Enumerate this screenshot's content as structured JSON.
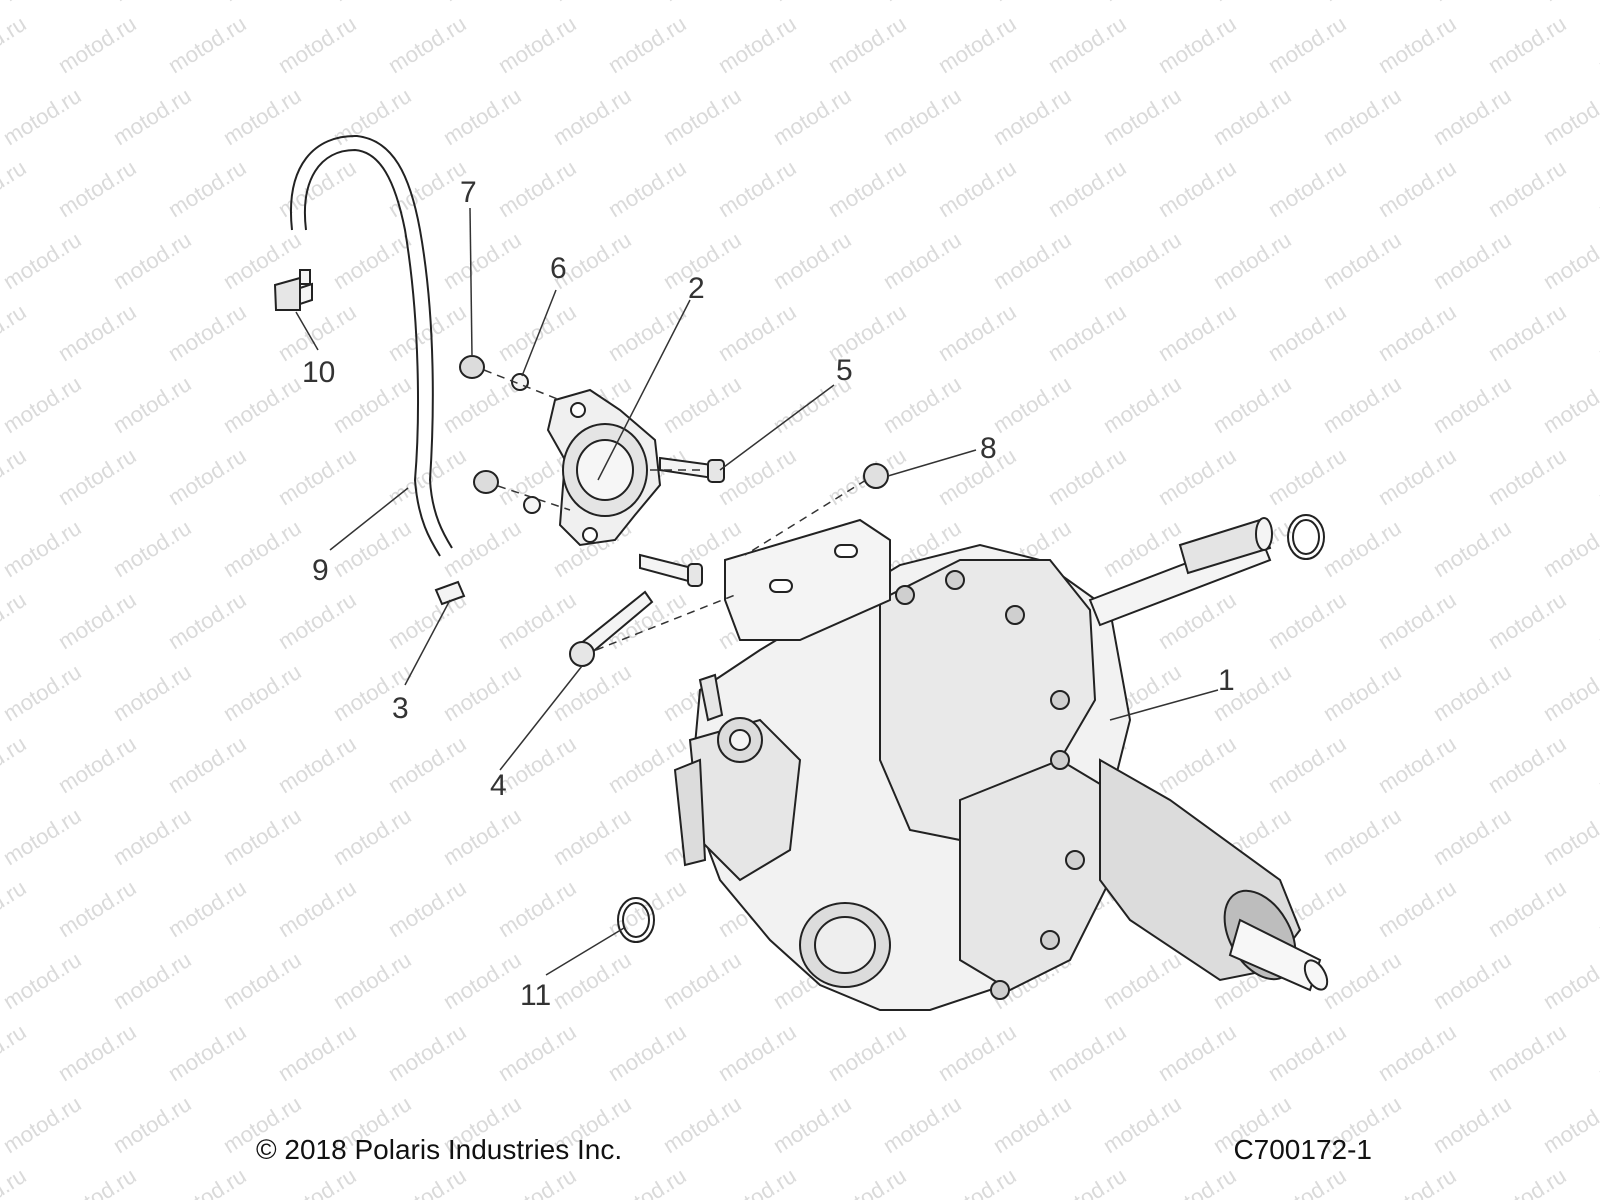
{
  "callouts": [
    "1",
    "2",
    "3",
    "4",
    "5",
    "6",
    "7",
    "8",
    "9",
    "10",
    "11"
  ],
  "footer": {
    "copyright": "© 2018 Polaris Industries Inc.",
    "figure_id": "C700172-1"
  },
  "watermark": "motod.ru",
  "colors": {
    "line": "#222222",
    "fill_light": "#f2f2f2",
    "fill_mid": "#dcdcdc",
    "fill_dark": "#bdbdbd",
    "leader": "#333333"
  }
}
